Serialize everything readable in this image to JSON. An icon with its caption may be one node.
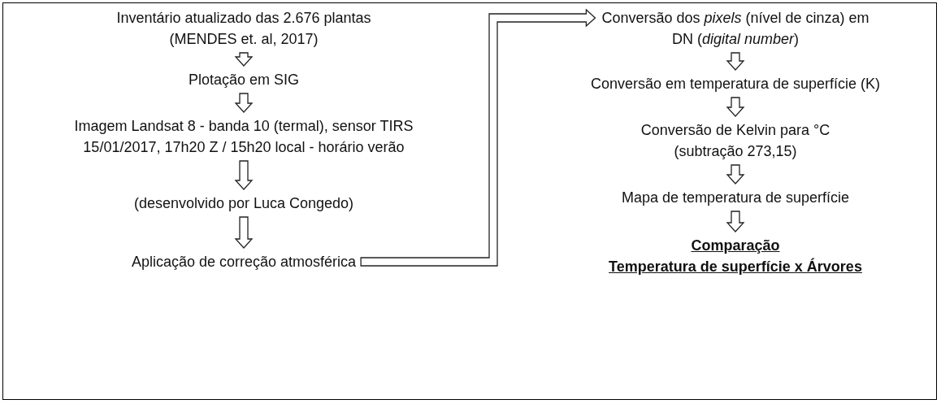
{
  "diagram": {
    "nodes": [
      {
        "text": [
          "Inventário atualizado das 2.676 plantas (MENDES et. al, 2017)"
        ]
      },
      {
        "text": [
          "Plotação em SIG"
        ]
      },
      {
        "text": [
          "Imagem Landsat 8 - banda 10 (termal), sensor TIRS 15/01/2017, 17h20 Z / 15h20 local - horário verão"
        ]
      },
      {
        "text": [
          "(desenvolvido por Luca Congedo)"
        ]
      },
      {
        "text": [
          "Aplicação de correção atmosférica"
        ]
      },
      {
        "text": [
          "Conversão dos *pixels* (nível de cinza) em DN (*digital number*)"
        ]
      },
      {
        "text": [
          "Conversão em temperatura de superfície (K)"
        ]
      },
      {
        "text": [
          "Conversão de Kelvin para °C (subtração 273,15)"
        ]
      },
      {
        "text": [
          "Mapa de temperatura de superfície"
        ]
      },
      {
        "text": [
          "Comparação",
          "Temperatura de superfície x Árvores"
        ]
      }
    ],
    "edges": [
      {
        "from": 0,
        "to": 1,
        "arrow": "to"
      },
      {
        "from": 1,
        "to": 2,
        "arrow": "to"
      },
      {
        "from": 2,
        "to": 3,
        "arrow": "to"
      },
      {
        "from": 3,
        "to": 4,
        "arrow": "to"
      },
      {
        "from": 4,
        "to": 5,
        "arrow": "to"
      },
      {
        "from": 5,
        "to": 6,
        "arrow": "to"
      },
      {
        "from": 6,
        "to": 7,
        "arrow": "to"
      },
      {
        "from": 7,
        "to": 8,
        "arrow": "to"
      },
      {
        "from": 8,
        "to": 9,
        "arrow": "to"
      }
    ]
  }
}
